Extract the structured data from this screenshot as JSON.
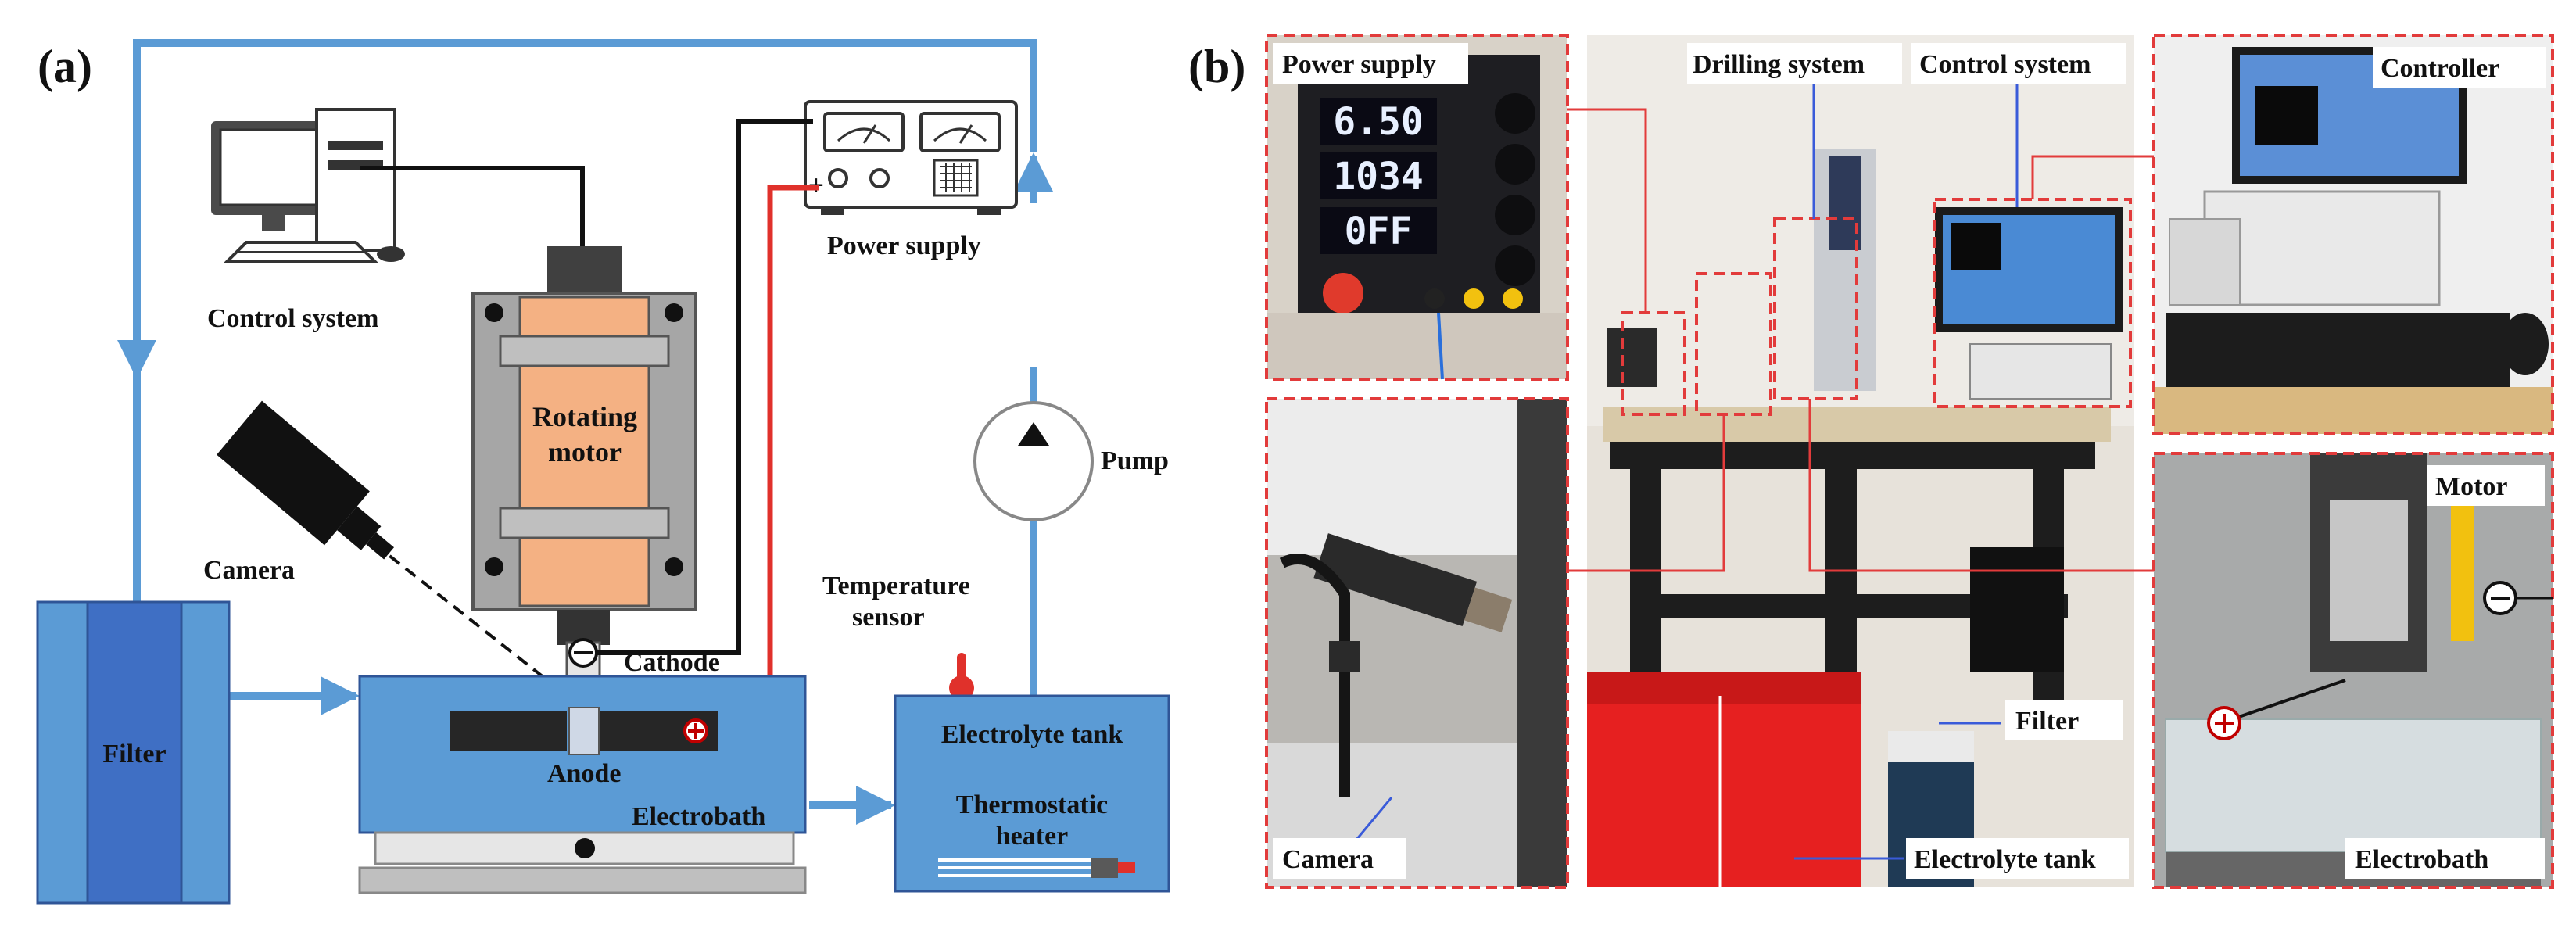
{
  "panel_a": {
    "tag": "(a)",
    "labels": {
      "control_system": "Control system",
      "power_supply": "Power supply",
      "rotating_motor_line1": "Rotating",
      "rotating_motor_line2": "motor",
      "camera": "Camera",
      "pump": "Pump",
      "temperature_line1": "Temperature",
      "temperature_line2": "sensor",
      "filter": "Filter",
      "cathode": "Cathode",
      "anode": "Anode",
      "electrobath": "Electrobath",
      "electrolyte_tank": "Electrolyte tank",
      "thermostatic_line1": "Thermostatic",
      "thermostatic_line2": "heater",
      "plus_sign": "+"
    },
    "colors": {
      "pipe": "#5b9bd5",
      "bath": "#5b9bd5",
      "filter_dark": "#3f6fc4",
      "motor_body": "#f4b183",
      "motor_frame": "#a6a6a6",
      "positive_wire": "#e0312b",
      "negative_wire": "#1a1a1a"
    }
  },
  "panel_b": {
    "tag": "(b)",
    "labels": {
      "power_supply": "Power supply",
      "drilling_system": "Drilling system",
      "control_system": "Control system",
      "controller": "Controller",
      "motor": "Motor",
      "filter": "Filter",
      "camera": "Camera",
      "electrolyte_tank": "Electrolyte tank",
      "electrobath": "Electrobath"
    },
    "psu_display": [
      "6.50",
      "1034",
      "0FF"
    ],
    "colors": {
      "callout": "#e23b3b",
      "leader": "#3a5bd9"
    }
  }
}
